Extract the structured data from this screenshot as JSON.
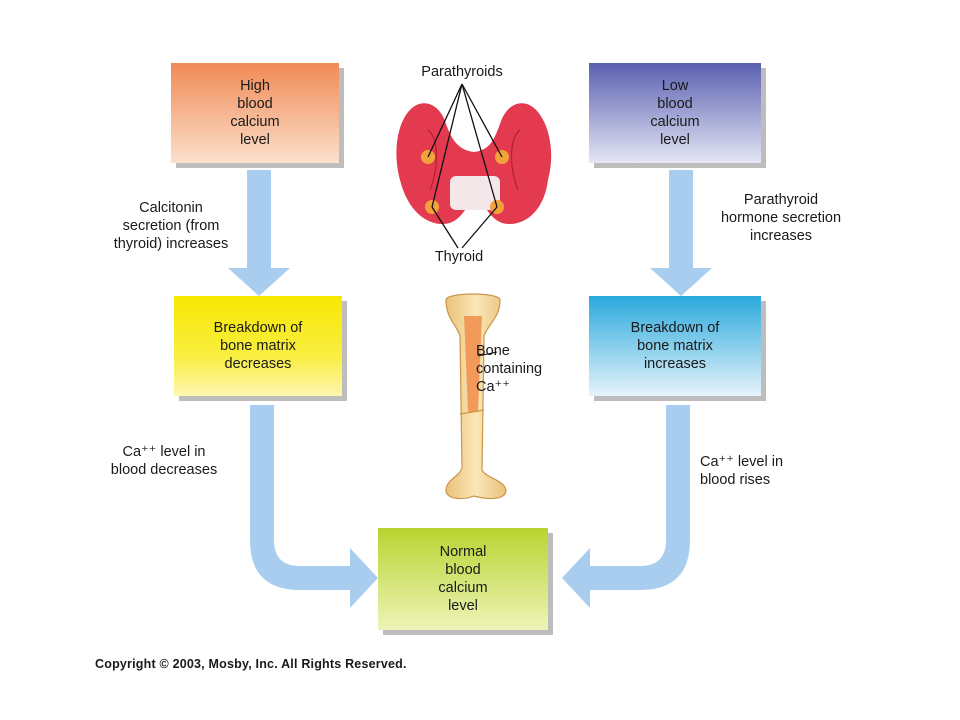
{
  "boxes": {
    "high": "High\nblood\ncalcium\nlevel",
    "low": "Low\nblood\ncalcium\nlevel",
    "breakdown_decreases": "Breakdown of\nbone matrix\ndecreases",
    "breakdown_increases": "Breakdown of\nbone matrix\nincreases",
    "normal": "Normal\nblood\ncalcium\nlevel"
  },
  "labels": {
    "calcitonin": "Calcitonin\nsecretion (from\nthyroid) increases",
    "pth": "Parathyroid\nhormone secretion\nincreases",
    "ca_decreases": "Ca⁺⁺ level in\nblood decreases",
    "ca_rises": "Ca⁺⁺ level in\nblood rises",
    "parathyroids": "Parathyroids",
    "thyroid": "Thyroid",
    "bone": "Bone\ncontaining\nCa⁺⁺"
  },
  "copyright": "Copyright © 2003, Mosby, Inc. All Rights Reserved.",
  "colors": {
    "high_top": "#f08a55",
    "high_bottom": "#fbe0cc",
    "low_top": "#5a5fb0",
    "low_bottom": "#e4e6f4",
    "yellow": "#f7e800",
    "yellow_bottom": "#fdf6b0",
    "blue_top": "#2aa9dd",
    "blue_bottom": "#e6f3fa",
    "green": "#b8d430",
    "green_bottom": "#eef4b8",
    "arrow": "#a8cdee",
    "thyroid": "#e33a4f",
    "parathyroid_gland": "#f2a23a",
    "bone": "#f6d9a0",
    "marrow": "#f29a5a"
  }
}
